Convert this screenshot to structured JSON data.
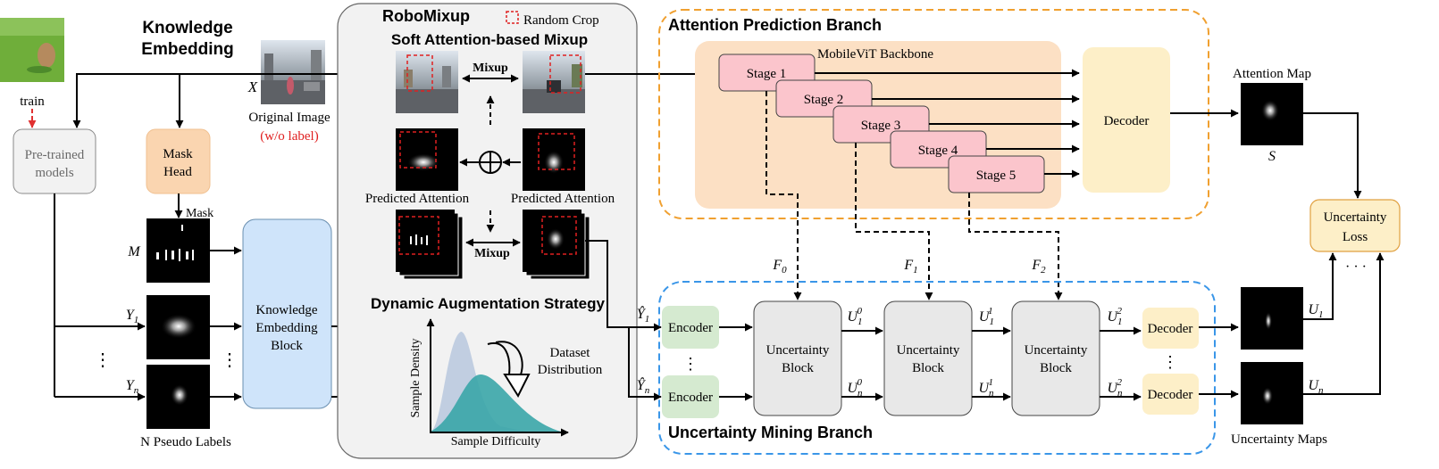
{
  "left": {
    "train_label": "train",
    "knowledge_embedding": [
      "Knowledge",
      "Embedding"
    ],
    "x_label": "X",
    "original_image": "Original Image",
    "wo_label": "(w/o label)",
    "pretrained": [
      "Pre-trained",
      "models"
    ],
    "mask_head": [
      "Mask",
      "Head"
    ],
    "mask_label": "Mask",
    "m_label": "M",
    "y1_label": "Y",
    "y1_sub": "1",
    "yn_label": "Y",
    "yn_sub": "n",
    "dots": "⋮",
    "kb_block": [
      "Knowledge",
      "Embedding",
      "Block"
    ],
    "pseudo_labels": "N Pseudo Labels"
  },
  "robomixup": {
    "title": "RoboMixup",
    "random_crop": "Random Crop",
    "soft_title": "Soft Attention-based Mixup",
    "mixup": "Mixup",
    "predicted_attention": "Predicted Attention",
    "dynamic_title": "Dynamic Augmentation Strategy",
    "dataset_distribution": [
      "Dataset",
      "Distribution"
    ],
    "sample_density": "Sample Density",
    "sample_difficulty": "Sample Difficulty"
  },
  "attention_branch": {
    "title": "Attention Prediction Branch",
    "backbone": "MobileViT Backbone",
    "stages": [
      "Stage 1",
      "Stage 2",
      "Stage 3",
      "Stage 4",
      "Stage 5"
    ],
    "decoder": "Decoder",
    "attention_map": "Attention Map",
    "s_label": "S"
  },
  "uncertainty_branch": {
    "title": "Uncertainty Mining Branch",
    "encoder": "Encoder",
    "block": [
      "Uncertainty",
      "Block"
    ],
    "decoder": "Decoder",
    "f_labels": [
      {
        "main": "F",
        "sub": "0"
      },
      {
        "main": "F",
        "sub": "1"
      },
      {
        "main": "F",
        "sub": "2"
      }
    ],
    "u_top": [
      {
        "main": "U",
        "sub": "1",
        "sup": "0"
      },
      {
        "main": "U",
        "sub": "1",
        "sup": "1"
      },
      {
        "main": "U",
        "sub": "1",
        "sup": "2"
      }
    ],
    "u_bot": [
      {
        "main": "U",
        "sub": "n",
        "sup": "0"
      },
      {
        "main": "U",
        "sub": "n",
        "sup": "1"
      },
      {
        "main": "U",
        "sub": "n",
        "sup": "2"
      }
    ],
    "yhat1": {
      "main": "Ŷ",
      "sub": "1"
    },
    "yhatn": {
      "main": "Ŷ",
      "sub": "n"
    },
    "out1": {
      "main": "U",
      "sub": "1"
    },
    "outn": {
      "main": "U",
      "sub": "n"
    },
    "uncertainty_maps": "Uncertainty Maps",
    "uncertainty_loss": [
      "Uncertainty",
      "Loss"
    ],
    "ellipsis": "· · ·"
  }
}
